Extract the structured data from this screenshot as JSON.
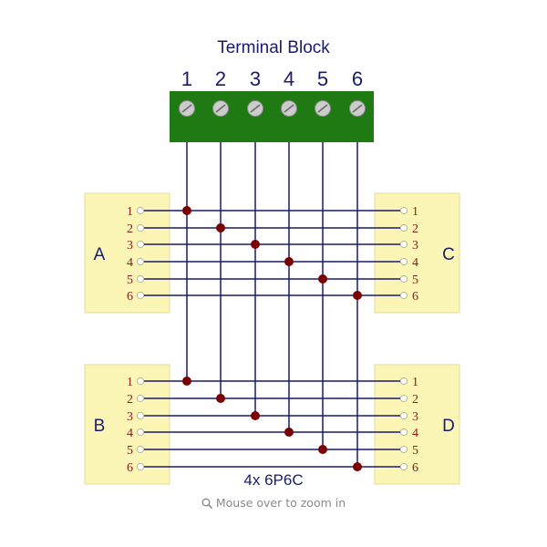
{
  "diagram": {
    "title": "Terminal Block",
    "terminals": [
      "1",
      "2",
      "3",
      "4",
      "5",
      "6"
    ],
    "connectors": [
      {
        "label": "A",
        "pins": [
          "1",
          "2",
          "3",
          "4",
          "5",
          "6"
        ]
      },
      {
        "label": "C",
        "pins": [
          "1",
          "2",
          "3",
          "4",
          "5",
          "6"
        ]
      },
      {
        "label": "B",
        "pins": [
          "1",
          "2",
          "3",
          "4",
          "5",
          "6"
        ]
      },
      {
        "label": "D",
        "pins": [
          "1",
          "2",
          "3",
          "4",
          "5",
          "6"
        ]
      }
    ],
    "connector_type": "4x 6P6C",
    "colors": {
      "terminal_block": "#1f7a14",
      "wire": "#1a1a6e",
      "junction": "#7a0000",
      "connector_fill": "#fbf6b6",
      "connector_stroke": "#e2dc9a",
      "pin_label": "#8b1a1a",
      "connector_label": "#1a1a6e",
      "screw": "#cccccc"
    }
  },
  "footer": {
    "zoom_hint": "Mouse over to zoom in",
    "icon": "magnifier-icon"
  }
}
